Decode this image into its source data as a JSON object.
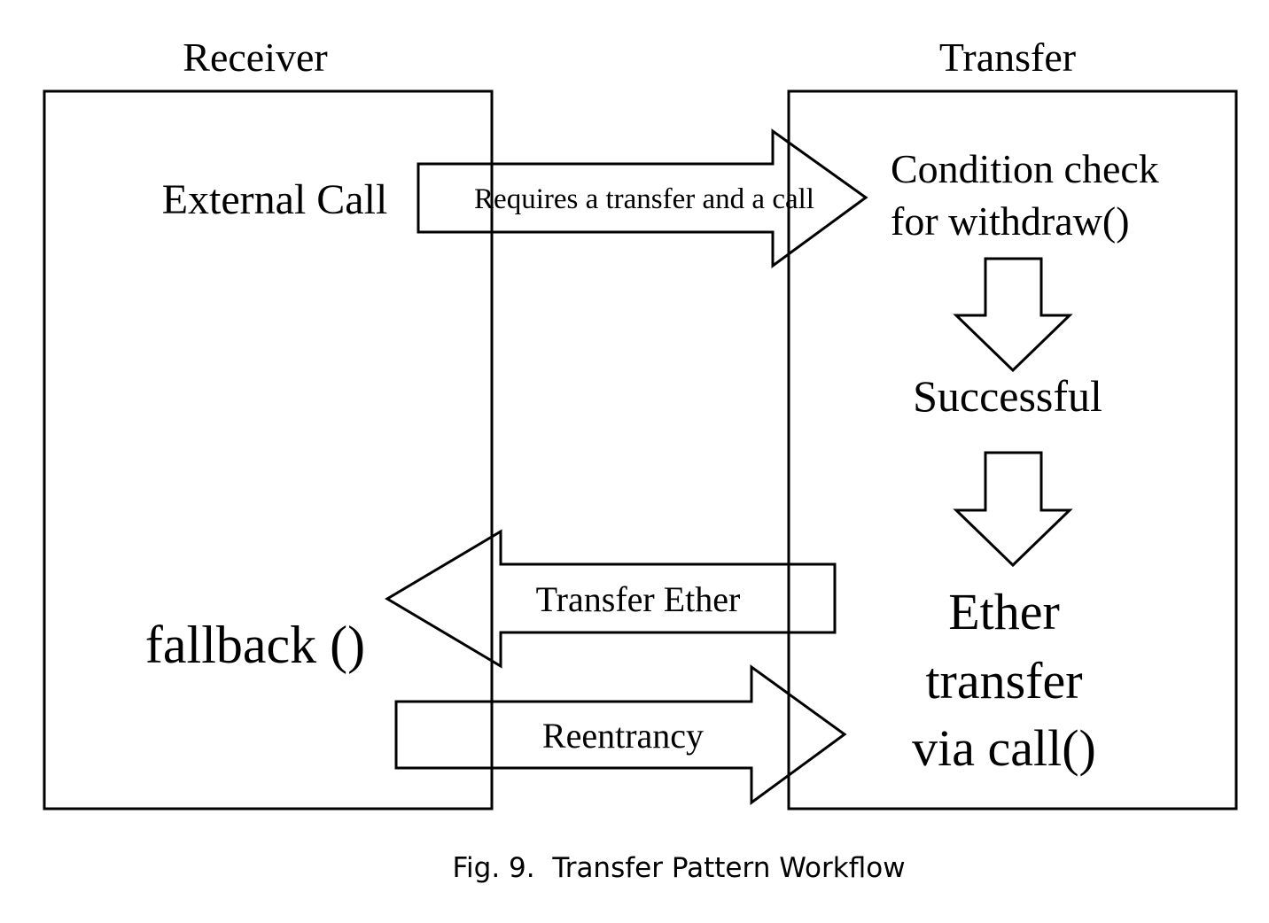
{
  "columns": {
    "receiver_title": "Receiver",
    "transfer_title": "Transfer"
  },
  "receiver": {
    "external_call": "External Call",
    "fallback": "fallback ()"
  },
  "transfer": {
    "condition_line1": "Condition check",
    "condition_line2": "for withdraw()",
    "successful": "Successful",
    "ether_transfer_line1": "Ether",
    "ether_transfer_line2": "transfer",
    "ether_transfer_line3": "via call()"
  },
  "arrows": {
    "requires_label": "Requires a transfer and a call",
    "transfer_ether_label": "Transfer Ether",
    "reentrancy_label": "Reentrancy"
  },
  "caption": "Fig. 9.  Transfer Pattern Workflow"
}
